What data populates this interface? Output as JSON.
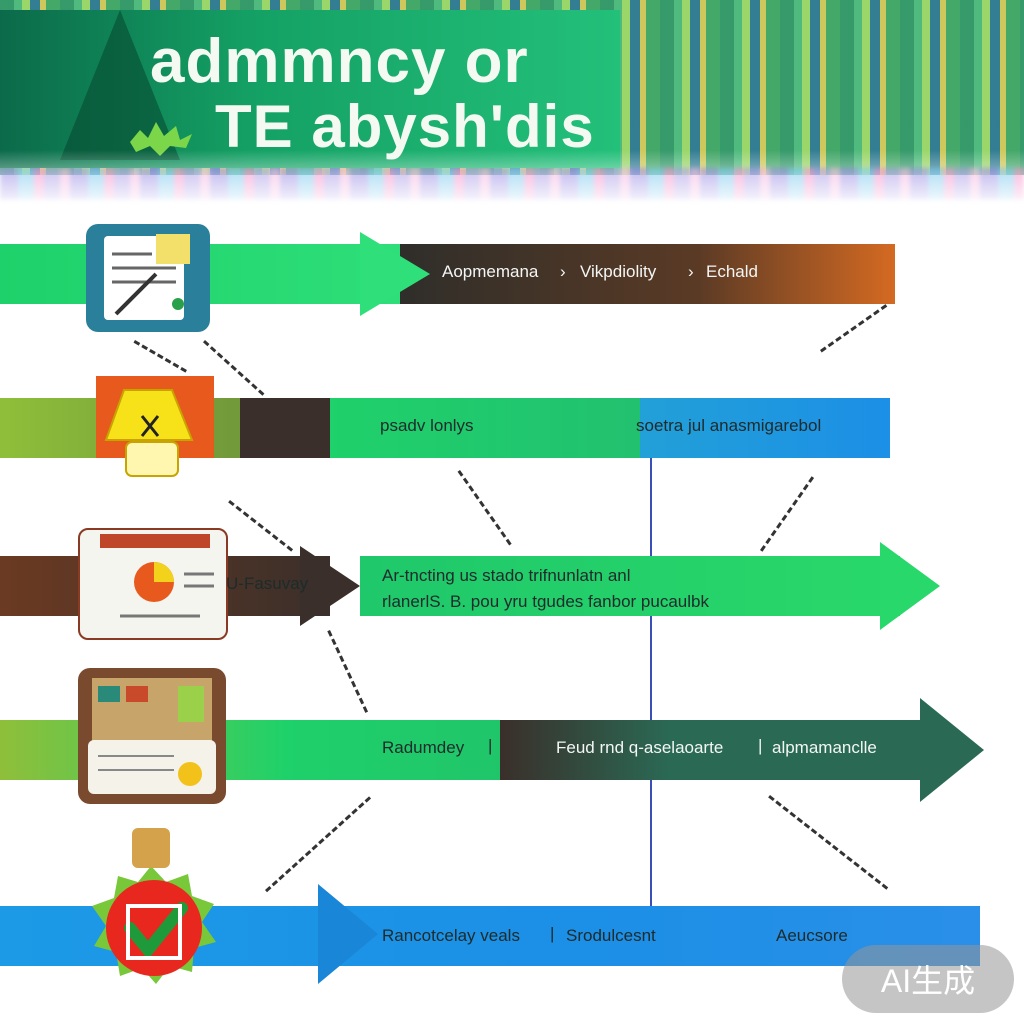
{
  "header": {
    "title_line1": "admmncy or",
    "title_line2": "TE abysh'dis"
  },
  "rows": [
    {
      "labels": [
        "Aopmemana",
        "Vikpdiolity",
        "Echald"
      ]
    },
    {
      "labels": [
        "psadv lonlys",
        "soetra jul anasmigarebol"
      ]
    },
    {
      "labels": [
        "U-Fasuvay",
        "Ar-tncting us stado trifnunlatn anl",
        "rlanerlS. B. pou yru tgudes fanbor pucaulbk"
      ]
    },
    {
      "labels": [
        "Radumdey",
        "Feud rnd q-aselaoarte",
        "alpmamanclle"
      ]
    },
    {
      "labels": [
        "Rancotcelay veals",
        "Srodulcesnt",
        "Aeucsore"
      ]
    }
  ],
  "badge": "AI生成",
  "colors": {
    "green": "#1fd16a",
    "dark": "#3a2f2a",
    "brown": "#6b3a22",
    "orange": "#d06a2a",
    "blue": "#1c8fe6",
    "olive": "#8fbf3a",
    "teal": "#2a6a55"
  },
  "icons": [
    "document-icon",
    "lamp-icon",
    "printer-icon",
    "archive-icon",
    "checkmark-badge-icon"
  ]
}
